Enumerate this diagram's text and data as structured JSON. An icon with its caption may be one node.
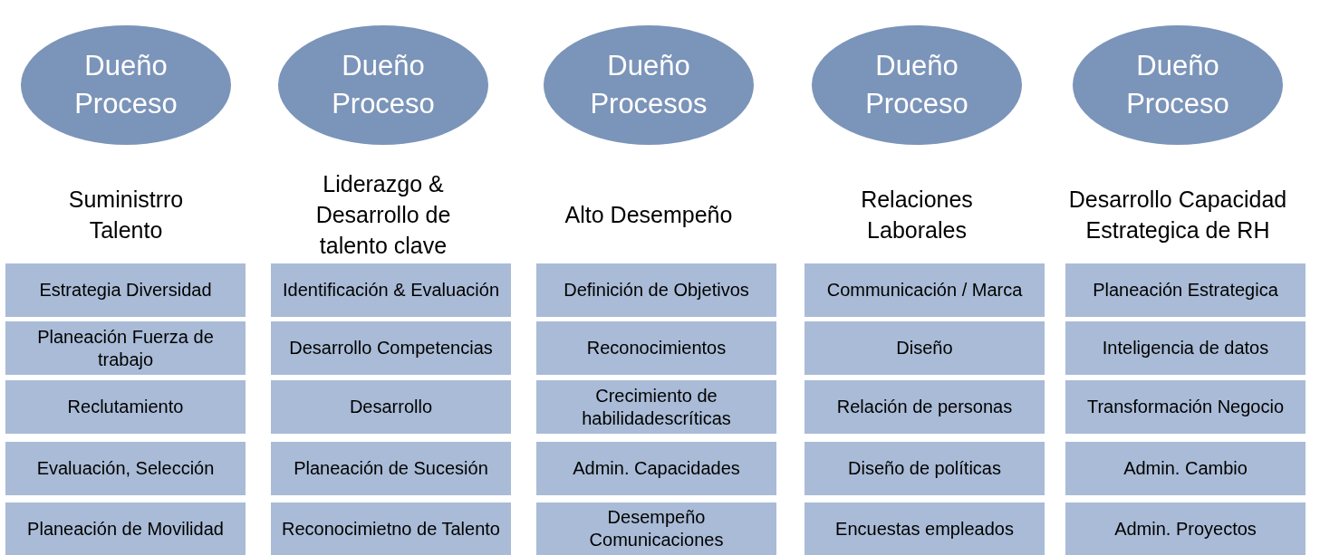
{
  "diagram": {
    "nodes": [
      {
        "text": [
          "Dueño Proceso"
        ]
      },
      {
        "text": [
          "Dueño Proceso"
        ]
      },
      {
        "text": [
          "Dueño Procesos"
        ]
      },
      {
        "text": [
          "Dueño Proceso"
        ]
      },
      {
        "text": [
          "Dueño Proceso"
        ]
      },
      {
        "text": [
          "Estrategia Diversidad"
        ]
      },
      {
        "text": [
          "Identificación & Evaluación"
        ]
      },
      {
        "text": [
          "Definición de Objetivos"
        ]
      },
      {
        "text": [
          "Communicación / Marca"
        ]
      },
      {
        "text": [
          "Planeación Estrategica"
        ]
      },
      {
        "text": [
          "Planeación Fuerza de trabajo"
        ]
      },
      {
        "text": [
          "Desarrollo Competencias"
        ]
      },
      {
        "text": [
          "Reconocimientos"
        ]
      },
      {
        "text": [
          "Diseño"
        ]
      },
      {
        "text": [
          "Inteligencia de datos"
        ]
      },
      {
        "text": [
          "Reclutamiento"
        ]
      },
      {
        "text": [
          "Desarrollo"
        ]
      },
      {
        "text": [
          "Crecimiento de habilidadescríticas"
        ]
      },
      {
        "text": [
          "Relación de personas"
        ]
      },
      {
        "text": [
          "Transformación Negocio"
        ]
      },
      {
        "text": [
          "Evaluación, Selección"
        ]
      },
      {
        "text": [
          "Planeación de Sucesión"
        ]
      },
      {
        "text": [
          "Admin. Capacidades"
        ]
      },
      {
        "text": [
          "Diseño de políticas"
        ]
      },
      {
        "text": [
          "Admin. Cambio"
        ]
      },
      {
        "text": [
          "Planeación de Movilidad"
        ]
      },
      {
        "text": [
          "Reconocimietno de Talento"
        ]
      },
      {
        "text": [
          "Desempeño Comunicaciones"
        ]
      },
      {
        "text": [
          "Encuestas empleados"
        ]
      },
      {
        "text": [
          "Admin. Proyectos"
        ]
      }
    ],
    "labels": [
      "Suministrro Talento",
      "Liderazgo & Desarrollo de talento clave",
      "Alto Desempeño",
      "Relaciones Laborales",
      "Desarrollo Capacidad Estrategica de RH"
    ]
  }
}
